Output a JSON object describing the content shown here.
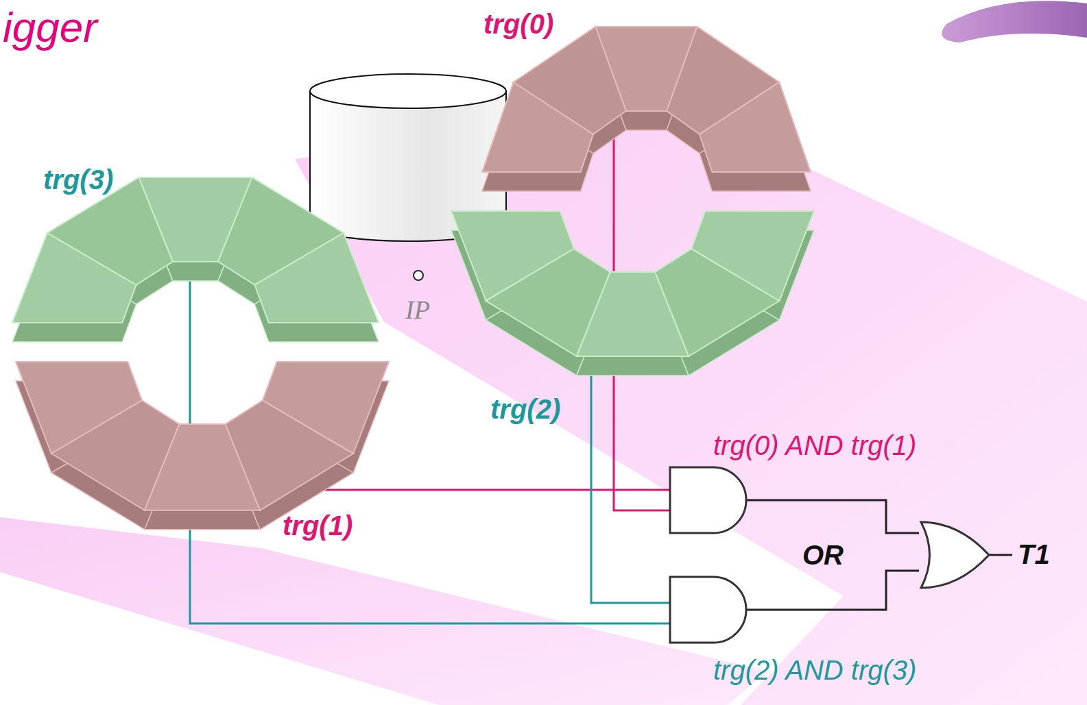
{
  "diagram": {
    "title": "igger",
    "nodes": [
      {
        "text": [
          "trg(0)"
        ]
      },
      {
        "text": [
          "trg(3)"
        ]
      },
      {
        "text": [
          "trg(2)"
        ]
      },
      {
        "text": [
          "trg(1)"
        ]
      },
      {
        "text": [
          "trg(0) AND trg(1)"
        ]
      },
      {
        "text": [
          "trg(2) AND trg(3)"
        ]
      },
      {
        "text": [
          "OR"
        ]
      }
    ],
    "edges": [
      {
        "from": 0,
        "to": 4,
        "arrow": "none"
      },
      {
        "from": 3,
        "to": 4,
        "arrow": "none"
      },
      {
        "from": 2,
        "to": 5,
        "arrow": "none"
      },
      {
        "from": 1,
        "to": 5,
        "arrow": "none"
      },
      {
        "from": 4,
        "to": 6,
        "arrow": "none"
      },
      {
        "from": 5,
        "to": 6,
        "arrow": "none"
      }
    ],
    "labels": [
      "IP",
      "T1"
    ]
  }
}
